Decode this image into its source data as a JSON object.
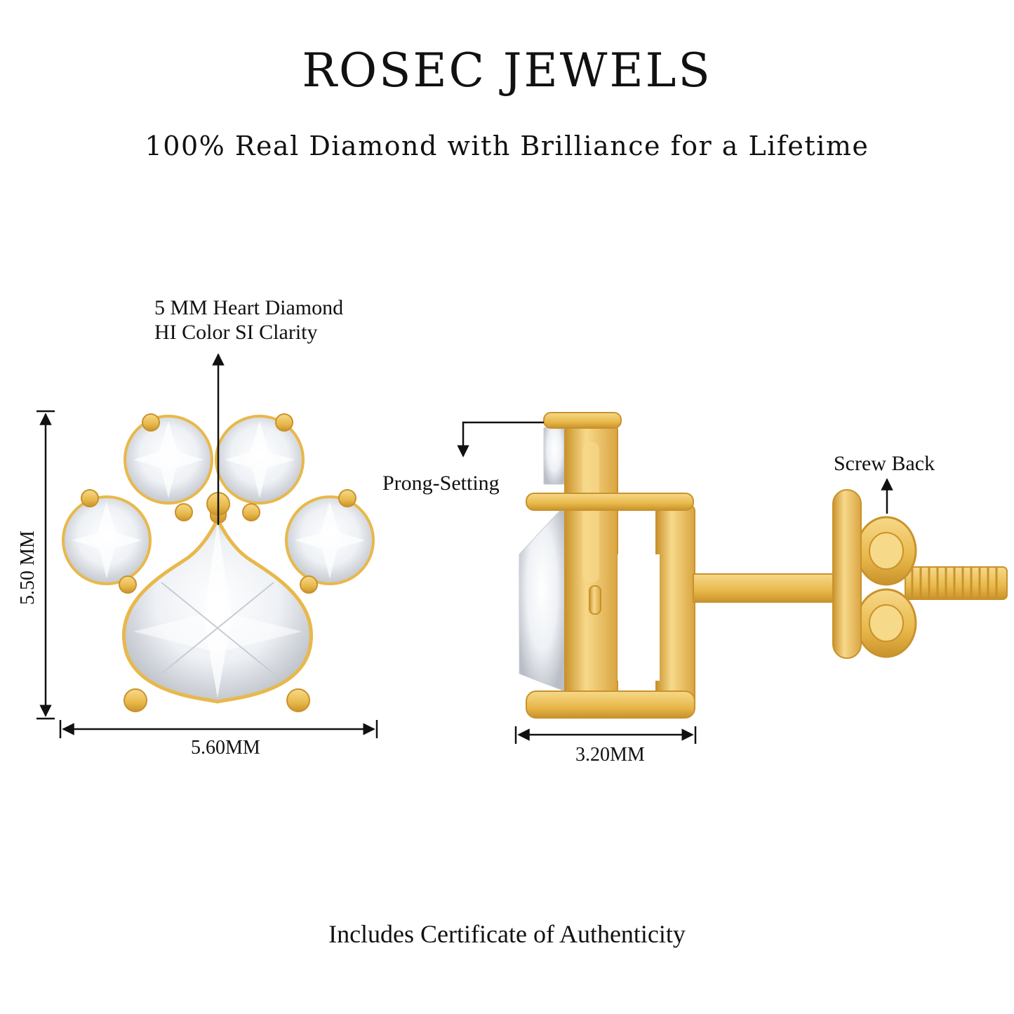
{
  "brand": "ROSEC JEWELS",
  "tagline": "100% Real Diamond with Brilliance for a Lifetime",
  "annotations": {
    "stone_line1": "5 MM Heart Diamond",
    "stone_line2": "HI Color SI Clarity",
    "prong_setting": "Prong-Setting",
    "screw_back": "Screw Back"
  },
  "dimensions": {
    "height": "5.50 MM",
    "width": "5.60MM",
    "depth": "3.20MM"
  },
  "footer": "Includes Certificate of Authenticity",
  "colors": {
    "gold": "#E8B84A",
    "gold_dark": "#C9922C",
    "gold_light": "#F7D98A",
    "diamond": "#F2F4F7"
  }
}
